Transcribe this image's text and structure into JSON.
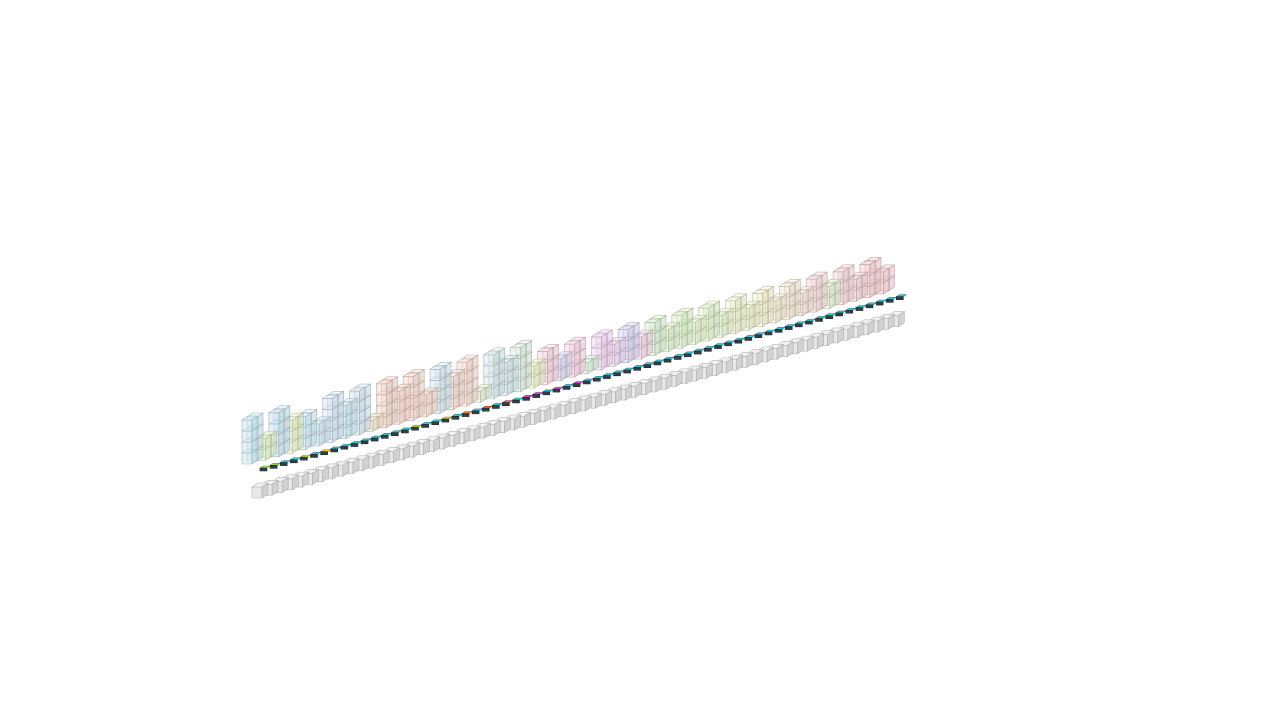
{
  "scene": {
    "background": "#ffffff",
    "base_color": "#e8e8e8",
    "edge_color": "#a8a8a8",
    "slot_count": 64,
    "projection": "isometric-low-angle"
  },
  "columns": [
    {
      "slot": 0,
      "height": 4,
      "color": "#cfeaf2"
    },
    {
      "slot": 1,
      "height": 2,
      "color": "#e6f5cc"
    },
    {
      "slot": 2,
      "height": 4,
      "color": "#cfe7f4"
    },
    {
      "slot": 3,
      "height": 3,
      "color": "#ecf6cf"
    },
    {
      "slot": 4,
      "height": 3,
      "color": "#d4ecf5"
    },
    {
      "slot": 5,
      "height": 2,
      "color": "#d4ecf5"
    },
    {
      "slot": 6,
      "height": 4,
      "color": "#d9e8f5"
    },
    {
      "slot": 7,
      "height": 3,
      "color": "#d3ebf4"
    },
    {
      "slot": 8,
      "height": 4,
      "color": "#d8e9f4"
    },
    {
      "slot": 9,
      "height": 1,
      "color": "#f4e9cf"
    },
    {
      "slot": 10,
      "height": 4,
      "color": "#f6dcd0"
    },
    {
      "slot": 11,
      "height": 3,
      "color": "#fadcd3"
    },
    {
      "slot": 12,
      "height": 4,
      "color": "#f7ddd3"
    },
    {
      "slot": 13,
      "height": 2,
      "color": "#fae0d3"
    },
    {
      "slot": 14,
      "height": 4,
      "color": "#d8e9f1"
    },
    {
      "slot": 15,
      "height": 3,
      "color": "#f5e2d6"
    },
    {
      "slot": 16,
      "height": 4,
      "color": "#f7ded5"
    },
    {
      "slot": 17,
      "height": 1,
      "color": "#e4f3d7"
    },
    {
      "slot": 18,
      "height": 4,
      "color": "#d8eaef"
    },
    {
      "slot": 19,
      "height": 3,
      "color": "#d8eaef"
    },
    {
      "slot": 20,
      "height": 4,
      "color": "#e0efe4"
    },
    {
      "slot": 21,
      "height": 2,
      "color": "#f2f4cc"
    },
    {
      "slot": 22,
      "height": 3,
      "color": "#f9d9e3"
    },
    {
      "slot": 23,
      "height": 2,
      "color": "#e2ddf6"
    },
    {
      "slot": 24,
      "height": 3,
      "color": "#f8d6e4"
    },
    {
      "slot": 25,
      "height": 1,
      "color": "#ddf2dc"
    },
    {
      "slot": 26,
      "height": 3,
      "color": "#f4d8f4"
    },
    {
      "slot": 27,
      "height": 2,
      "color": "#f1dbf5"
    },
    {
      "slot": 28,
      "height": 3,
      "color": "#dcd8f6"
    },
    {
      "slot": 29,
      "height": 2,
      "color": "#f5dbe8"
    },
    {
      "slot": 30,
      "height": 3,
      "color": "#dcf2d6"
    },
    {
      "slot": 31,
      "height": 2,
      "color": "#e4f3d4"
    },
    {
      "slot": 32,
      "height": 3,
      "color": "#e2f4d2"
    },
    {
      "slot": 33,
      "height": 2,
      "color": "#e6f5d3"
    },
    {
      "slot": 34,
      "height": 3,
      "color": "#e3f3d2"
    },
    {
      "slot": 35,
      "height": 2,
      "color": "#e8f5d2"
    },
    {
      "slot": 36,
      "height": 3,
      "color": "#f3f4d6"
    },
    {
      "slot": 37,
      "height": 2,
      "color": "#eef5d0"
    },
    {
      "slot": 38,
      "height": 3,
      "color": "#f5f2d6"
    },
    {
      "slot": 39,
      "height": 2,
      "color": "#f6efd6"
    },
    {
      "slot": 40,
      "height": 3,
      "color": "#f6ead8"
    },
    {
      "slot": 41,
      "height": 2,
      "color": "#f8e6da"
    },
    {
      "slot": 42,
      "height": 3,
      "color": "#f5dcdc"
    },
    {
      "slot": 43,
      "height": 2,
      "color": "#e8f4d6"
    },
    {
      "slot": 44,
      "height": 3,
      "color": "#f6d8dc"
    },
    {
      "slot": 45,
      "height": 2,
      "color": "#f6d8dc"
    },
    {
      "slot": 46,
      "height": 3,
      "color": "#f8d4d6"
    },
    {
      "slot": 47,
      "height": 2,
      "color": "#f8d4d6"
    },
    {
      "slot": 48,
      "height": 0,
      "color": "#f8d4d6"
    }
  ],
  "markers": [
    {
      "slot": 0,
      "color": "#9be34a"
    },
    {
      "slot": 1,
      "color": "#8fdc3e"
    },
    {
      "slot": 2,
      "color": "#40c9d8"
    },
    {
      "slot": 3,
      "color": "#3cc7d6"
    },
    {
      "slot": 4,
      "color": "#b8e23a"
    },
    {
      "slot": 5,
      "color": "#3bc4d4"
    },
    {
      "slot": 6,
      "color": "#e9d23c"
    },
    {
      "slot": 7,
      "color": "#3bc2d3"
    },
    {
      "slot": 8,
      "color": "#3bc2d3"
    },
    {
      "slot": 9,
      "color": "#3bc2d3"
    },
    {
      "slot": 10,
      "color": "#3bc2d3"
    },
    {
      "slot": 11,
      "color": "#3bc2d3"
    },
    {
      "slot": 12,
      "color": "#3bc2d3"
    },
    {
      "slot": 13,
      "color": "#3bc2d3"
    },
    {
      "slot": 14,
      "color": "#3bc2d3"
    },
    {
      "slot": 15,
      "color": "#b7df3f"
    },
    {
      "slot": 16,
      "color": "#3bc2d3"
    },
    {
      "slot": 17,
      "color": "#3bc2d3"
    },
    {
      "slot": 18,
      "color": "#e5c63a"
    },
    {
      "slot": 19,
      "color": "#3bc2d3"
    },
    {
      "slot": 20,
      "color": "#e88d3a"
    },
    {
      "slot": 21,
      "color": "#3bc2d3"
    },
    {
      "slot": 22,
      "color": "#e0703f"
    },
    {
      "slot": 23,
      "color": "#3bc2d3"
    },
    {
      "slot": 24,
      "color": "#e86262"
    },
    {
      "slot": 25,
      "color": "#3bc2d3"
    },
    {
      "slot": 26,
      "color": "#d94bd0"
    },
    {
      "slot": 27,
      "color": "#c44ad8"
    },
    {
      "slot": 28,
      "color": "#3bc2d3"
    },
    {
      "slot": 29,
      "color": "#d549c9"
    },
    {
      "slot": 30,
      "color": "#3bc2d3"
    },
    {
      "slot": 31,
      "color": "#c84ad5"
    },
    {
      "slot": 32,
      "color": "#3bc2d3"
    },
    {
      "slot": 33,
      "color": "#3bc2d3"
    },
    {
      "slot": 34,
      "color": "#3bc2d3"
    },
    {
      "slot": 35,
      "color": "#3bc2d3"
    },
    {
      "slot": 36,
      "color": "#3bc2d3"
    },
    {
      "slot": 37,
      "color": "#3bc2d3"
    },
    {
      "slot": 38,
      "color": "#3bc2d3"
    },
    {
      "slot": 39,
      "color": "#3bc2d3"
    },
    {
      "slot": 40,
      "color": "#3bc2d3"
    },
    {
      "slot": 41,
      "color": "#3bc2d3"
    },
    {
      "slot": 42,
      "color": "#3bc2d3"
    },
    {
      "slot": 43,
      "color": "#3bc2d3"
    },
    {
      "slot": 44,
      "color": "#3bc2d3"
    },
    {
      "slot": 45,
      "color": "#3bc2d3"
    },
    {
      "slot": 46,
      "color": "#3bc2d3"
    },
    {
      "slot": 47,
      "color": "#3bc2d3"
    },
    {
      "slot": 48,
      "color": "#3bc2d3"
    },
    {
      "slot": 49,
      "color": "#3bc2d3"
    },
    {
      "slot": 50,
      "color": "#3bc2d3"
    },
    {
      "slot": 51,
      "color": "#3bc2d3"
    },
    {
      "slot": 52,
      "color": "#3bc2d3"
    },
    {
      "slot": 53,
      "color": "#3bc2d3"
    },
    {
      "slot": 54,
      "color": "#3bc2d3"
    },
    {
      "slot": 55,
      "color": "#3bc2d3"
    },
    {
      "slot": 56,
      "color": "#3bc2d3"
    },
    {
      "slot": 57,
      "color": "#3bc2d3"
    },
    {
      "slot": 58,
      "color": "#3bc2d3"
    },
    {
      "slot": 59,
      "color": "#3bc2d3"
    },
    {
      "slot": 60,
      "color": "#3bc2d3"
    },
    {
      "slot": 61,
      "color": "#3bc2d3"
    },
    {
      "slot": 62,
      "color": "#3bc2d3"
    },
    {
      "slot": 63,
      "color": "#3bc2d3"
    }
  ]
}
